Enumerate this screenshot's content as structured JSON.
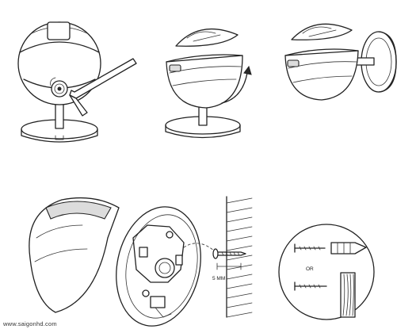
{
  "figure": {
    "watermark": "www.saigonhd.com",
    "label_screw_size": "5 MM",
    "label_or": "OR"
  },
  "colors": {
    "line": "#222222",
    "fill": "#ffffff",
    "shade": "#dcdcdc"
  },
  "steps": [
    {
      "id": "step-1",
      "icon": "hex-key-icon"
    },
    {
      "id": "step-2",
      "icon": "rotate-arrow-icon"
    },
    {
      "id": "step-3",
      "icon": "wall-mount-icon"
    },
    {
      "id": "step-4",
      "icon": "wall-bracket-icon"
    },
    {
      "id": "step-5",
      "icon": "screw-anchor-icon"
    }
  ]
}
